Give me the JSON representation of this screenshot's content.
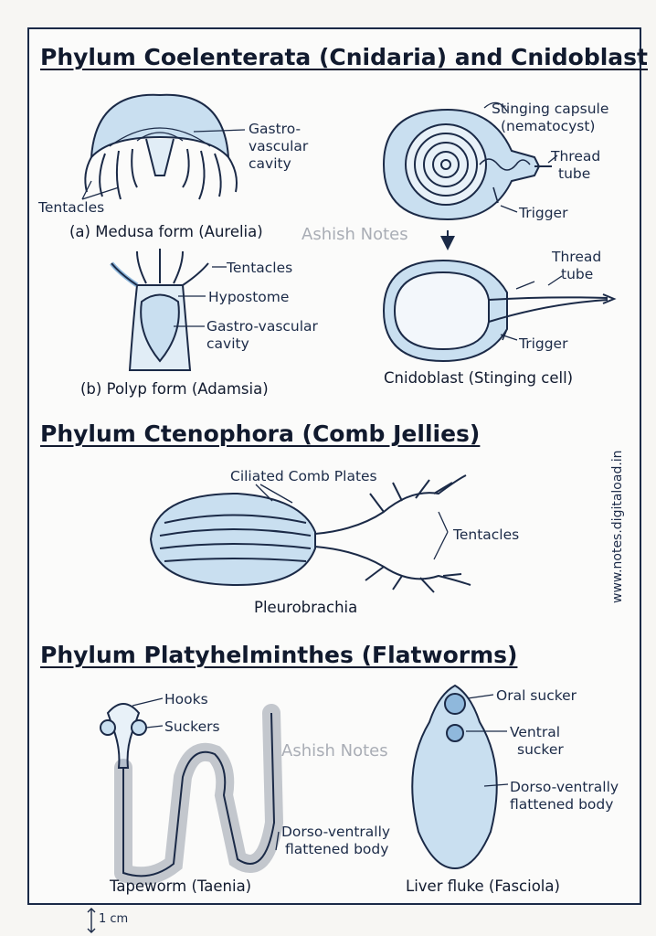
{
  "sections": {
    "coelenterata": "Phylum Coelenterata (Cnidaria) and Cnidoblast",
    "ctenophora": "Phylum Ctenophora (Comb Jellies)",
    "platyhelminthes": "Phylum Platyhelminthes (Flatworms)"
  },
  "medusa": {
    "caption": "(a) Medusa form (Aurelia)",
    "labels": {
      "gastro_1": "Gastro-",
      "gastro_2": "vascular",
      "gastro_3": "cavity",
      "tentacles": "Tentacles"
    }
  },
  "polyp": {
    "caption": "(b) Polyp form (Adamsia)",
    "labels": {
      "tentacles": "Tentacles",
      "hypostome": "Hypostome",
      "gastro_1": "Gastro-vascular",
      "gastro_2": "cavity"
    }
  },
  "cnidoblast": {
    "caption": "Cnidoblast (Stinging cell)",
    "labels": {
      "capsule_1": "Stinging capsule",
      "capsule_2": "(nematocyst)",
      "thread_1": "Thread",
      "thread_2": "tube",
      "trigger": "Trigger",
      "thread2_1": "Thread",
      "thread2_2": "tube",
      "trigger2": "Trigger"
    }
  },
  "ctenophore": {
    "caption": "Pleurobrachia",
    "labels": {
      "comb": "Ciliated Comb Plates",
      "tentacles": "Tentacles"
    }
  },
  "tapeworm": {
    "caption": "Tapeworm (Taenia)",
    "labels": {
      "hooks": "Hooks",
      "suckers": "Suckers",
      "body_1": "Dorso-ventrally",
      "body_2": "flattened body"
    }
  },
  "fluke": {
    "caption": "Liver fluke (Fasciola)",
    "labels": {
      "oral": "Oral sucker",
      "ventral_1": "Ventral",
      "ventral_2": "sucker",
      "body_1": "Dorso-ventrally",
      "body_2": "flattened body"
    }
  },
  "watermarks": [
    "Ashish Notes",
    "Ashish Notes"
  ],
  "website": "www.notes.digitaload.in",
  "scale": "1 cm",
  "colors": {
    "ink": "#1b2a47",
    "fill": "#c9dff0",
    "fill_dark": "#8fb8dc"
  }
}
